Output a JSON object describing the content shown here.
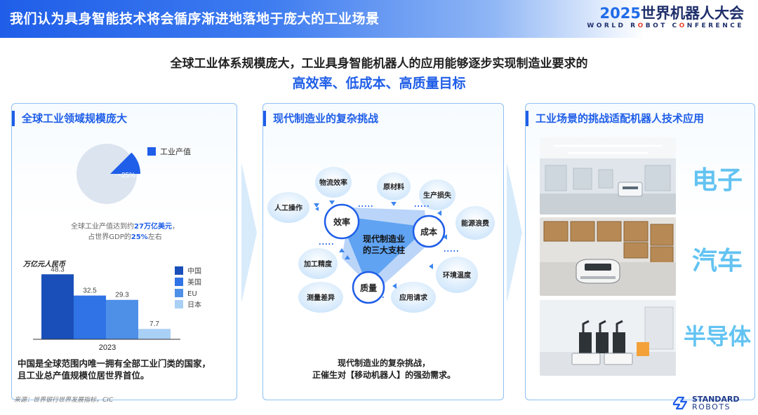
{
  "header": {
    "title": "我们认为具身智能技术将会循序渐进地落地于庞大的工业场景",
    "logo_main_prefix": "2025",
    "logo_main_suffix": "世界机器人大会",
    "logo_sub_1": "WORLD R",
    "logo_sub_o": "O",
    "logo_sub_2": "BOT C",
    "logo_sub_o2": "O",
    "logo_sub_3": "NFERENCE"
  },
  "headline": {
    "line1": "全球工业体系规模庞大，工业具身智能机器人的应用能够逐步实现制造业要求的",
    "line2": "高效率、低成本、高质量目标"
  },
  "panel_a": {
    "title": "全球工业领域规模庞大",
    "pie_label": "~25%",
    "pie_legend": "工业产值",
    "note_prefix": "全球工业产值达到约",
    "note_value1": "27万亿美元",
    "note_mid": "，",
    "note_line2_prefix": "占世界GDP的",
    "note_value2": "25%",
    "note_line2_suffix": "左右",
    "unit": "万亿元人民币",
    "year": "2023",
    "bar_legend": [
      "中国",
      "美国",
      "EU",
      "日本"
    ],
    "bar_value_labels": [
      "48.3",
      "32.5",
      "29.3",
      "7.7"
    ],
    "text_line1": "中国是全球范围内唯一拥有全部工业门类的国家，",
    "text_line2": "且工业总产值规模位居世界首位。"
  },
  "chart_data": [
    {
      "type": "pie",
      "categories": [
        "工业产值",
        ""
      ],
      "values": [
        25,
        75
      ],
      "data_labels": [
        "~25%"
      ]
    },
    {
      "type": "bar",
      "categories": [
        "中国",
        "美国",
        "EU",
        "日本"
      ],
      "values": [
        48.3,
        32.5,
        29.3,
        7.7
      ],
      "xlabel": "2023",
      "ylabel": "万亿元人民币",
      "colors": [
        "#1a4fba",
        "#2f73e6",
        "#4e8fe8",
        "#a9d0f5"
      ]
    }
  ],
  "panel_b": {
    "title": "现代制造业的复杂挑战",
    "center": [
      "现代制造业",
      "的三大支柱"
    ],
    "pillars": [
      "效率",
      "成本",
      "质量"
    ],
    "bubbles": [
      "物流效率",
      "原材料",
      "生产损失",
      "人工操作",
      "能源浪费",
      "加工精度",
      "环境温度",
      "测量差异",
      "应用请求"
    ],
    "text_line1": "现代制造业的复杂挑战，",
    "text_line2": "正催生对【移动机器人】的强劲需求。"
  },
  "panel_c": {
    "title": "工业场景的挑战适配机器人技术应用",
    "labels": [
      "电子",
      "汽车",
      "半导体"
    ]
  },
  "footer": {
    "source": "来源：世界银行世界发展指标，CIC",
    "brand_line1": "STANDARD",
    "brand_line2": "ROBOTS"
  },
  "colors": {
    "primary": "#1f5ee8",
    "accent_light": "#63c3f2",
    "panel_border": "#8ec0f2"
  }
}
